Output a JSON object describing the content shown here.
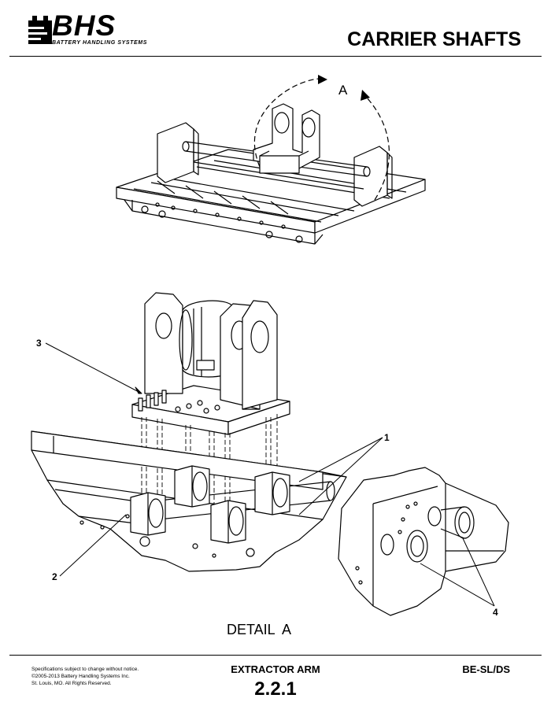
{
  "header": {
    "logo_text": "BHS",
    "logo_tagline": "BATTERY HANDLING SYSTEMS",
    "title": "CARRIER SHAFTS"
  },
  "drawing": {
    "view_label": "A",
    "detail_caption": "DETAIL  A",
    "callouts": [
      "1",
      "2",
      "3",
      "4"
    ]
  },
  "footer": {
    "notes": [
      "Specifications subject to change without notice.",
      "©2005-2013 Battery Handling Systems Inc.",
      "St. Louis, MO.  All Rights Reserved."
    ],
    "section_name": "EXTRACTOR ARM",
    "section_number": "2.2.1",
    "doc_code": "BE-SL/DS"
  }
}
